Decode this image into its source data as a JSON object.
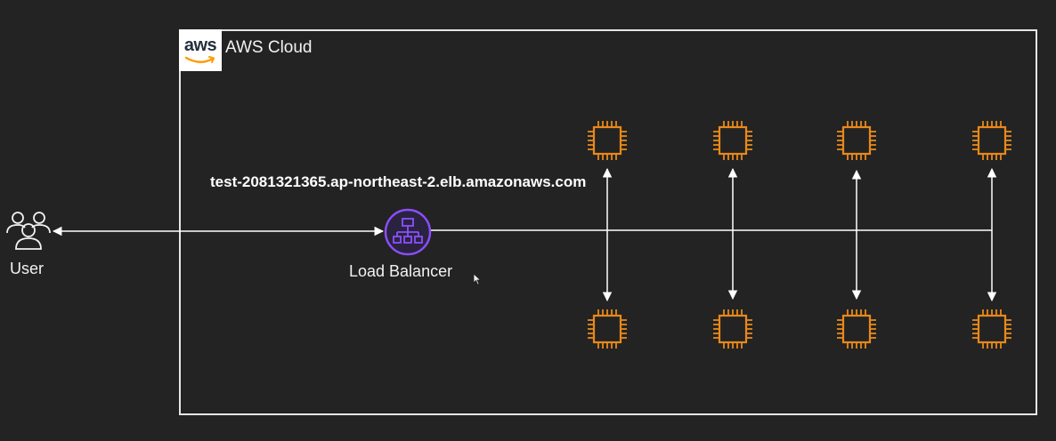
{
  "diagram": {
    "cloud_label": "AWS Cloud",
    "logo_text": "aws",
    "endpoint": "test-2081321365.ap-northeast-2.elb.amazonaws.com",
    "load_balancer_label": "Load Balancer",
    "user_label": "User"
  },
  "colors": {
    "background": "#232323",
    "border": "#e6e6e6",
    "ec2_orange": "#e8891a",
    "elb_purple": "#8c4fff",
    "line": "#ffffff"
  },
  "icons": {
    "user": "users-icon",
    "load_balancer": "load-balancer-icon",
    "instance": "ec2-instance-icon"
  },
  "instances": {
    "top_row_count": 4,
    "bottom_row_count": 4
  }
}
